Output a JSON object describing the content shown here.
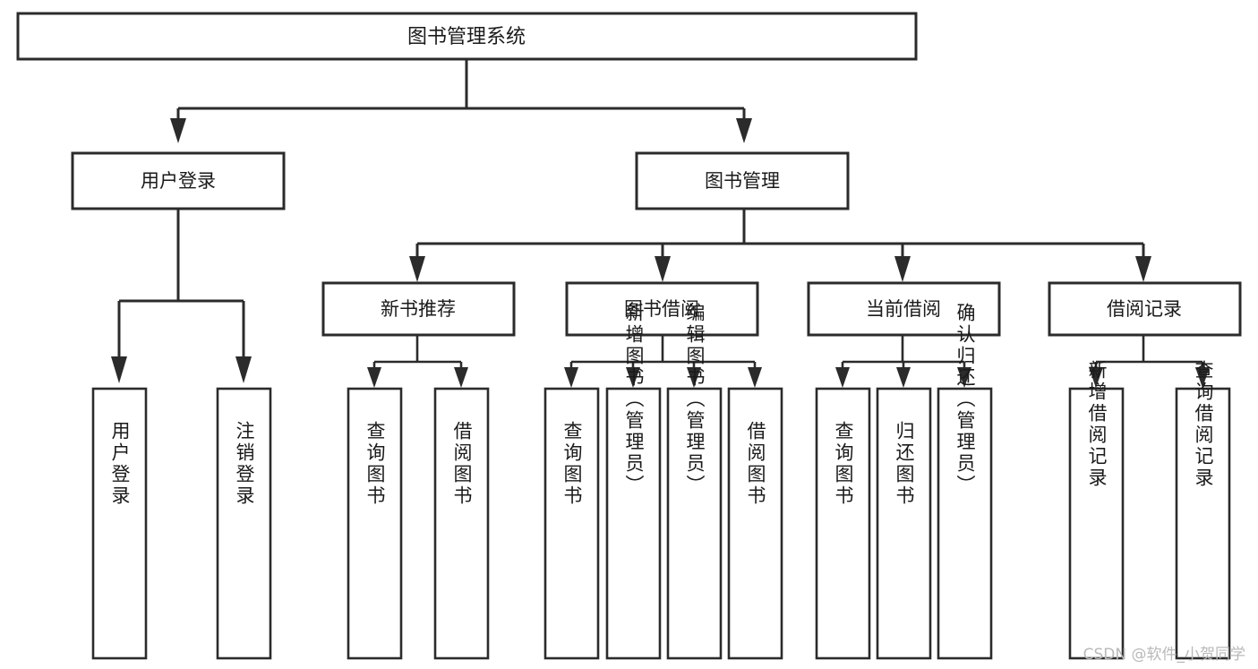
{
  "diagram": {
    "kind": "tree-hierarchy-chart",
    "title": "图书管理系统",
    "root": {
      "id": "root",
      "label": "图书管理系统"
    },
    "level1": [
      {
        "id": "user-login",
        "label": "用户登录"
      },
      {
        "id": "book-manage",
        "label": "图书管理"
      }
    ],
    "level2": [
      {
        "id": "new-book-rec",
        "label": "新书推荐",
        "parent": "book-manage"
      },
      {
        "id": "book-borrow",
        "label": "图书借阅",
        "parent": "book-manage"
      },
      {
        "id": "current-borrow",
        "label": "当前借阅",
        "parent": "book-manage"
      },
      {
        "id": "borrow-record",
        "label": "借阅记录",
        "parent": "book-manage"
      }
    ],
    "leaves": {
      "user-login": [
        {
          "id": "leaf-user-login",
          "label": "用户登录"
        },
        {
          "id": "leaf-logout",
          "label": "注销登录"
        }
      ],
      "new-book-rec": [
        {
          "id": "leaf-query-book-1",
          "label": "查询图书"
        },
        {
          "id": "leaf-borrow-book-1",
          "label": "借阅图书"
        }
      ],
      "book-borrow": [
        {
          "id": "leaf-query-book-2",
          "label": "查询图书"
        },
        {
          "id": "leaf-add-book",
          "label": "新增图书（管理员）"
        },
        {
          "id": "leaf-edit-book",
          "label": "编辑图书（管理员）"
        },
        {
          "id": "leaf-borrow-book-2",
          "label": "借阅图书"
        }
      ],
      "current-borrow": [
        {
          "id": "leaf-query-book-3",
          "label": "查询图书"
        },
        {
          "id": "leaf-return-book",
          "label": "归还图书"
        },
        {
          "id": "leaf-confirm-return",
          "label": "确认归还（管理员）"
        }
      ],
      "borrow-record": [
        {
          "id": "leaf-add-record",
          "label": "新增借阅记录"
        },
        {
          "id": "leaf-query-record",
          "label": "查询借阅记录"
        }
      ]
    },
    "colors": {
      "stroke": "#2b2b2b",
      "fill": "#ffffff",
      "text": "#1a1a1a",
      "watermark": "#b9b9b9",
      "background": "#ffffff"
    }
  },
  "watermark": {
    "text": "CSDN @软件_小贺同学"
  }
}
